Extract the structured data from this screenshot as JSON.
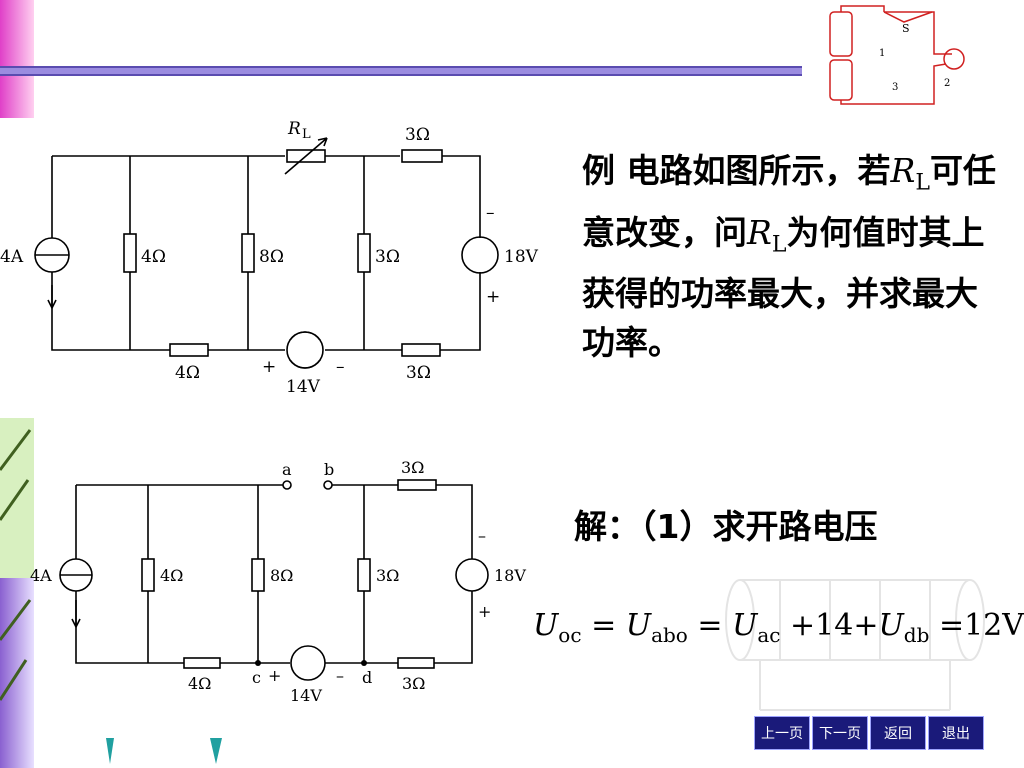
{
  "problem": {
    "prefix": "例  电路如图所示，若",
    "r_sym": "R",
    "r_sub": "L",
    "mid": "可任意改变，问",
    "suffix": "为何值时其上获得的功率最大，并求最大功率。"
  },
  "solution": {
    "heading": "解：（1）求开路电压"
  },
  "formula": {
    "u": "U",
    "oc": "oc",
    "abo": "abo",
    "ac": "ac",
    "db": "db",
    "plus14": "+14+",
    "result": "=12V"
  },
  "circuit_top": {
    "source_current": "4A",
    "r1": "4Ω",
    "r2": "8Ω",
    "r3": "3Ω",
    "r_bottom_left": "4Ω",
    "r_bottom_right": "3Ω",
    "r_top_right": "3Ω",
    "rl_label": "R",
    "rl_sub": "L",
    "v_mid": "14V",
    "v_right": "18V",
    "plus": "+",
    "minus": "–"
  },
  "circuit_bottom": {
    "source_current": "4A",
    "r1": "4Ω",
    "r2": "8Ω",
    "r3": "3Ω",
    "r_bottom_left": "4Ω",
    "r_bottom_right": "3Ω",
    "r_top_right": "3Ω",
    "node_a": "a",
    "node_b": "b",
    "node_c": "c",
    "node_d": "d",
    "v_mid": "14V",
    "v_right": "18V",
    "plus": "+",
    "minus": "–"
  },
  "corner_diagram": {
    "switch": "S",
    "n1": "1",
    "n2": "2",
    "n3": "3"
  },
  "nav": {
    "prev": "上一页",
    "next": "下一页",
    "back": "返回",
    "exit": "退出"
  }
}
